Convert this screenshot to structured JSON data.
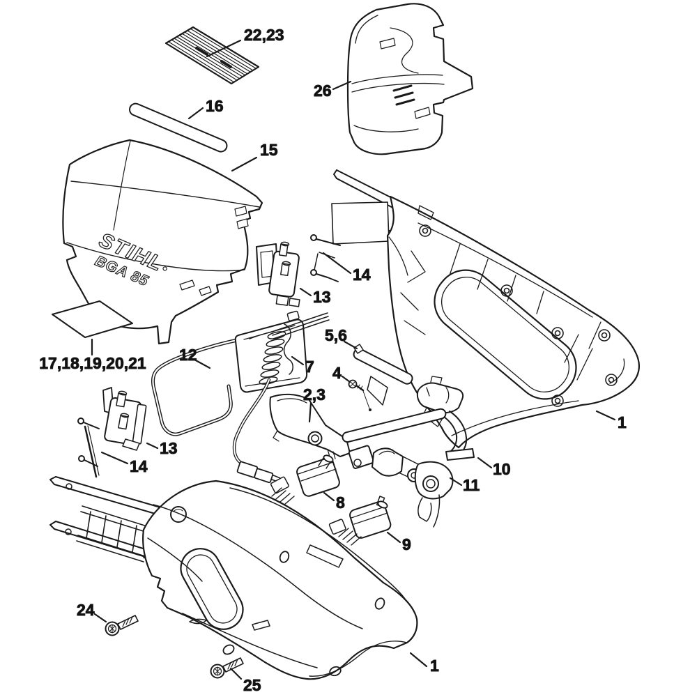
{
  "figure": {
    "type": "exploded-parts-diagram",
    "colors": {
      "background": "#ffffff",
      "line": "#1a1a1a",
      "label_text": "#111111"
    },
    "brand_logo": {
      "line1": "STIHL",
      "line2": "BGA 85"
    },
    "part_labels": [
      {
        "id": "22-23",
        "text": "22,23"
      },
      {
        "id": "16",
        "text": "16"
      },
      {
        "id": "15",
        "text": "15"
      },
      {
        "id": "26",
        "text": "26"
      },
      {
        "id": "14-right",
        "text": "14"
      },
      {
        "id": "13-right",
        "text": "13"
      },
      {
        "id": "5-6",
        "text": "5,6"
      },
      {
        "id": "7",
        "text": "7"
      },
      {
        "id": "4",
        "text": "4"
      },
      {
        "id": "2-3",
        "text": "2,3"
      },
      {
        "id": "17-21",
        "text": "17,18,19,20,21"
      },
      {
        "id": "12",
        "text": "12"
      },
      {
        "id": "13-left",
        "text": "13"
      },
      {
        "id": "14-left",
        "text": "14"
      },
      {
        "id": "10",
        "text": "10"
      },
      {
        "id": "11",
        "text": "11"
      },
      {
        "id": "8",
        "text": "8"
      },
      {
        "id": "9",
        "text": "9"
      },
      {
        "id": "1-right",
        "text": "1"
      },
      {
        "id": "24",
        "text": "24"
      },
      {
        "id": "25",
        "text": "25"
      },
      {
        "id": "1-bottom",
        "text": "1"
      }
    ]
  }
}
